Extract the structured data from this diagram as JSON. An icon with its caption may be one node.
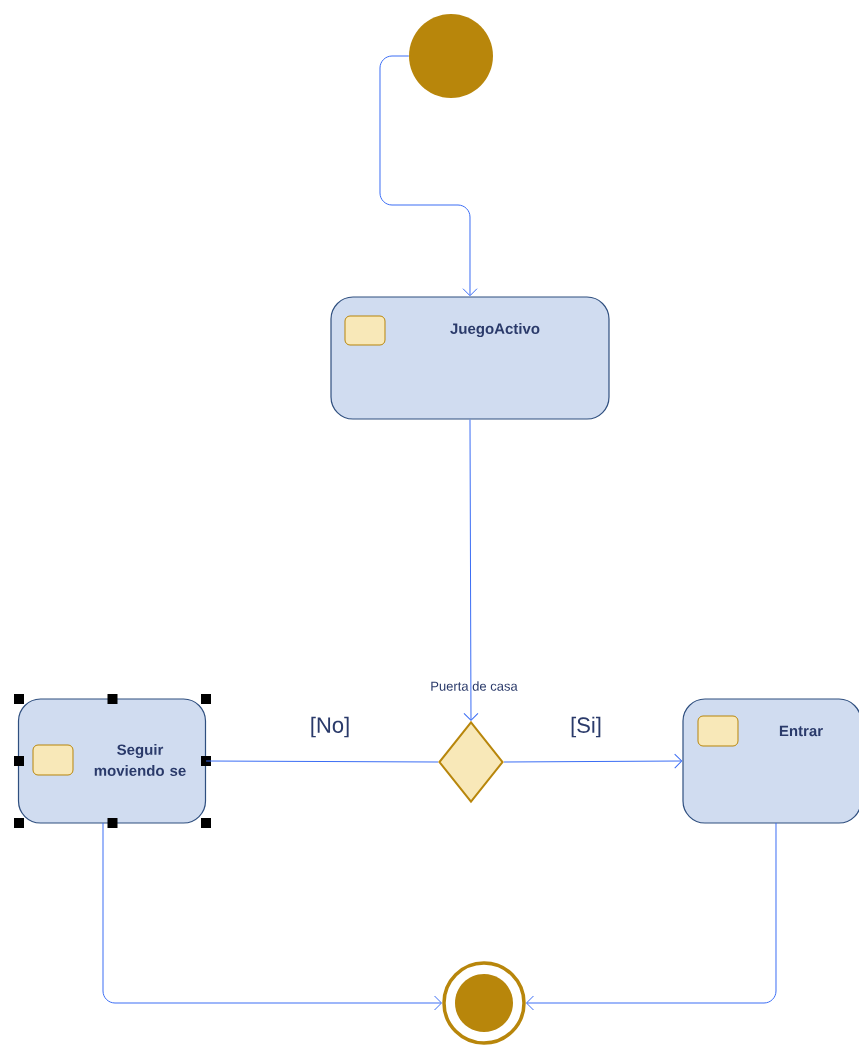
{
  "diagram": {
    "nodes": [
      {
        "text": [],
        "shape": "circle"
      },
      {
        "text": [
          "JuegoActivo"
        ]
      },
      {
        "text": [],
        "shape": "diamond",
        "beside": [
          "Puerta de casa"
        ]
      },
      {
        "text": [
          "Seguir moviendo se"
        ]
      },
      {
        "text": [
          "Entrar"
        ]
      },
      {
        "text": [],
        "shape": "circle"
      }
    ],
    "edges": [
      {
        "from": 0,
        "to": 1,
        "arrow": "to"
      },
      {
        "from": 1,
        "to": 2,
        "arrow": "to"
      },
      {
        "from": 2,
        "to": 3,
        "arrow": "none",
        "label": "[No]"
      },
      {
        "from": 2,
        "to": 4,
        "arrow": "to",
        "label": "[Si]"
      },
      {
        "from": 3,
        "to": 5,
        "arrow": "to"
      },
      {
        "from": 4,
        "to": 5,
        "arrow": "to"
      }
    ]
  }
}
